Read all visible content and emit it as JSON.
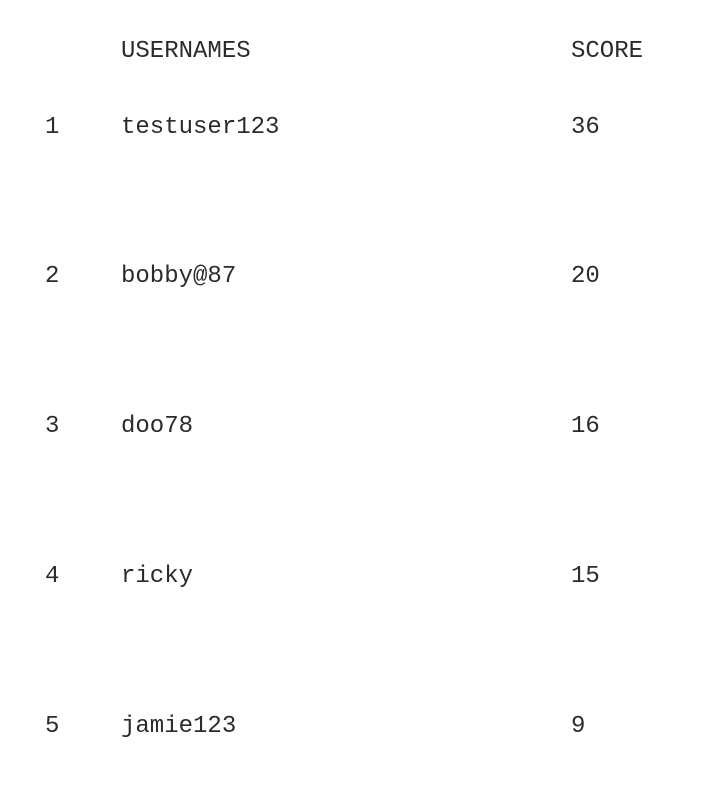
{
  "header": {
    "username_label": "USERNAMES",
    "score_label": "SCORE"
  },
  "rows": [
    {
      "rank": "1",
      "username": "testuser123",
      "score": "36"
    },
    {
      "rank": "2",
      "username": "bobby@87",
      "score": "20"
    },
    {
      "rank": "3",
      "username": "doo78",
      "score": "16"
    },
    {
      "rank": "4",
      "username": "ricky",
      "score": "15"
    },
    {
      "rank": "5",
      "username": "jamie123",
      "score": "9"
    }
  ]
}
